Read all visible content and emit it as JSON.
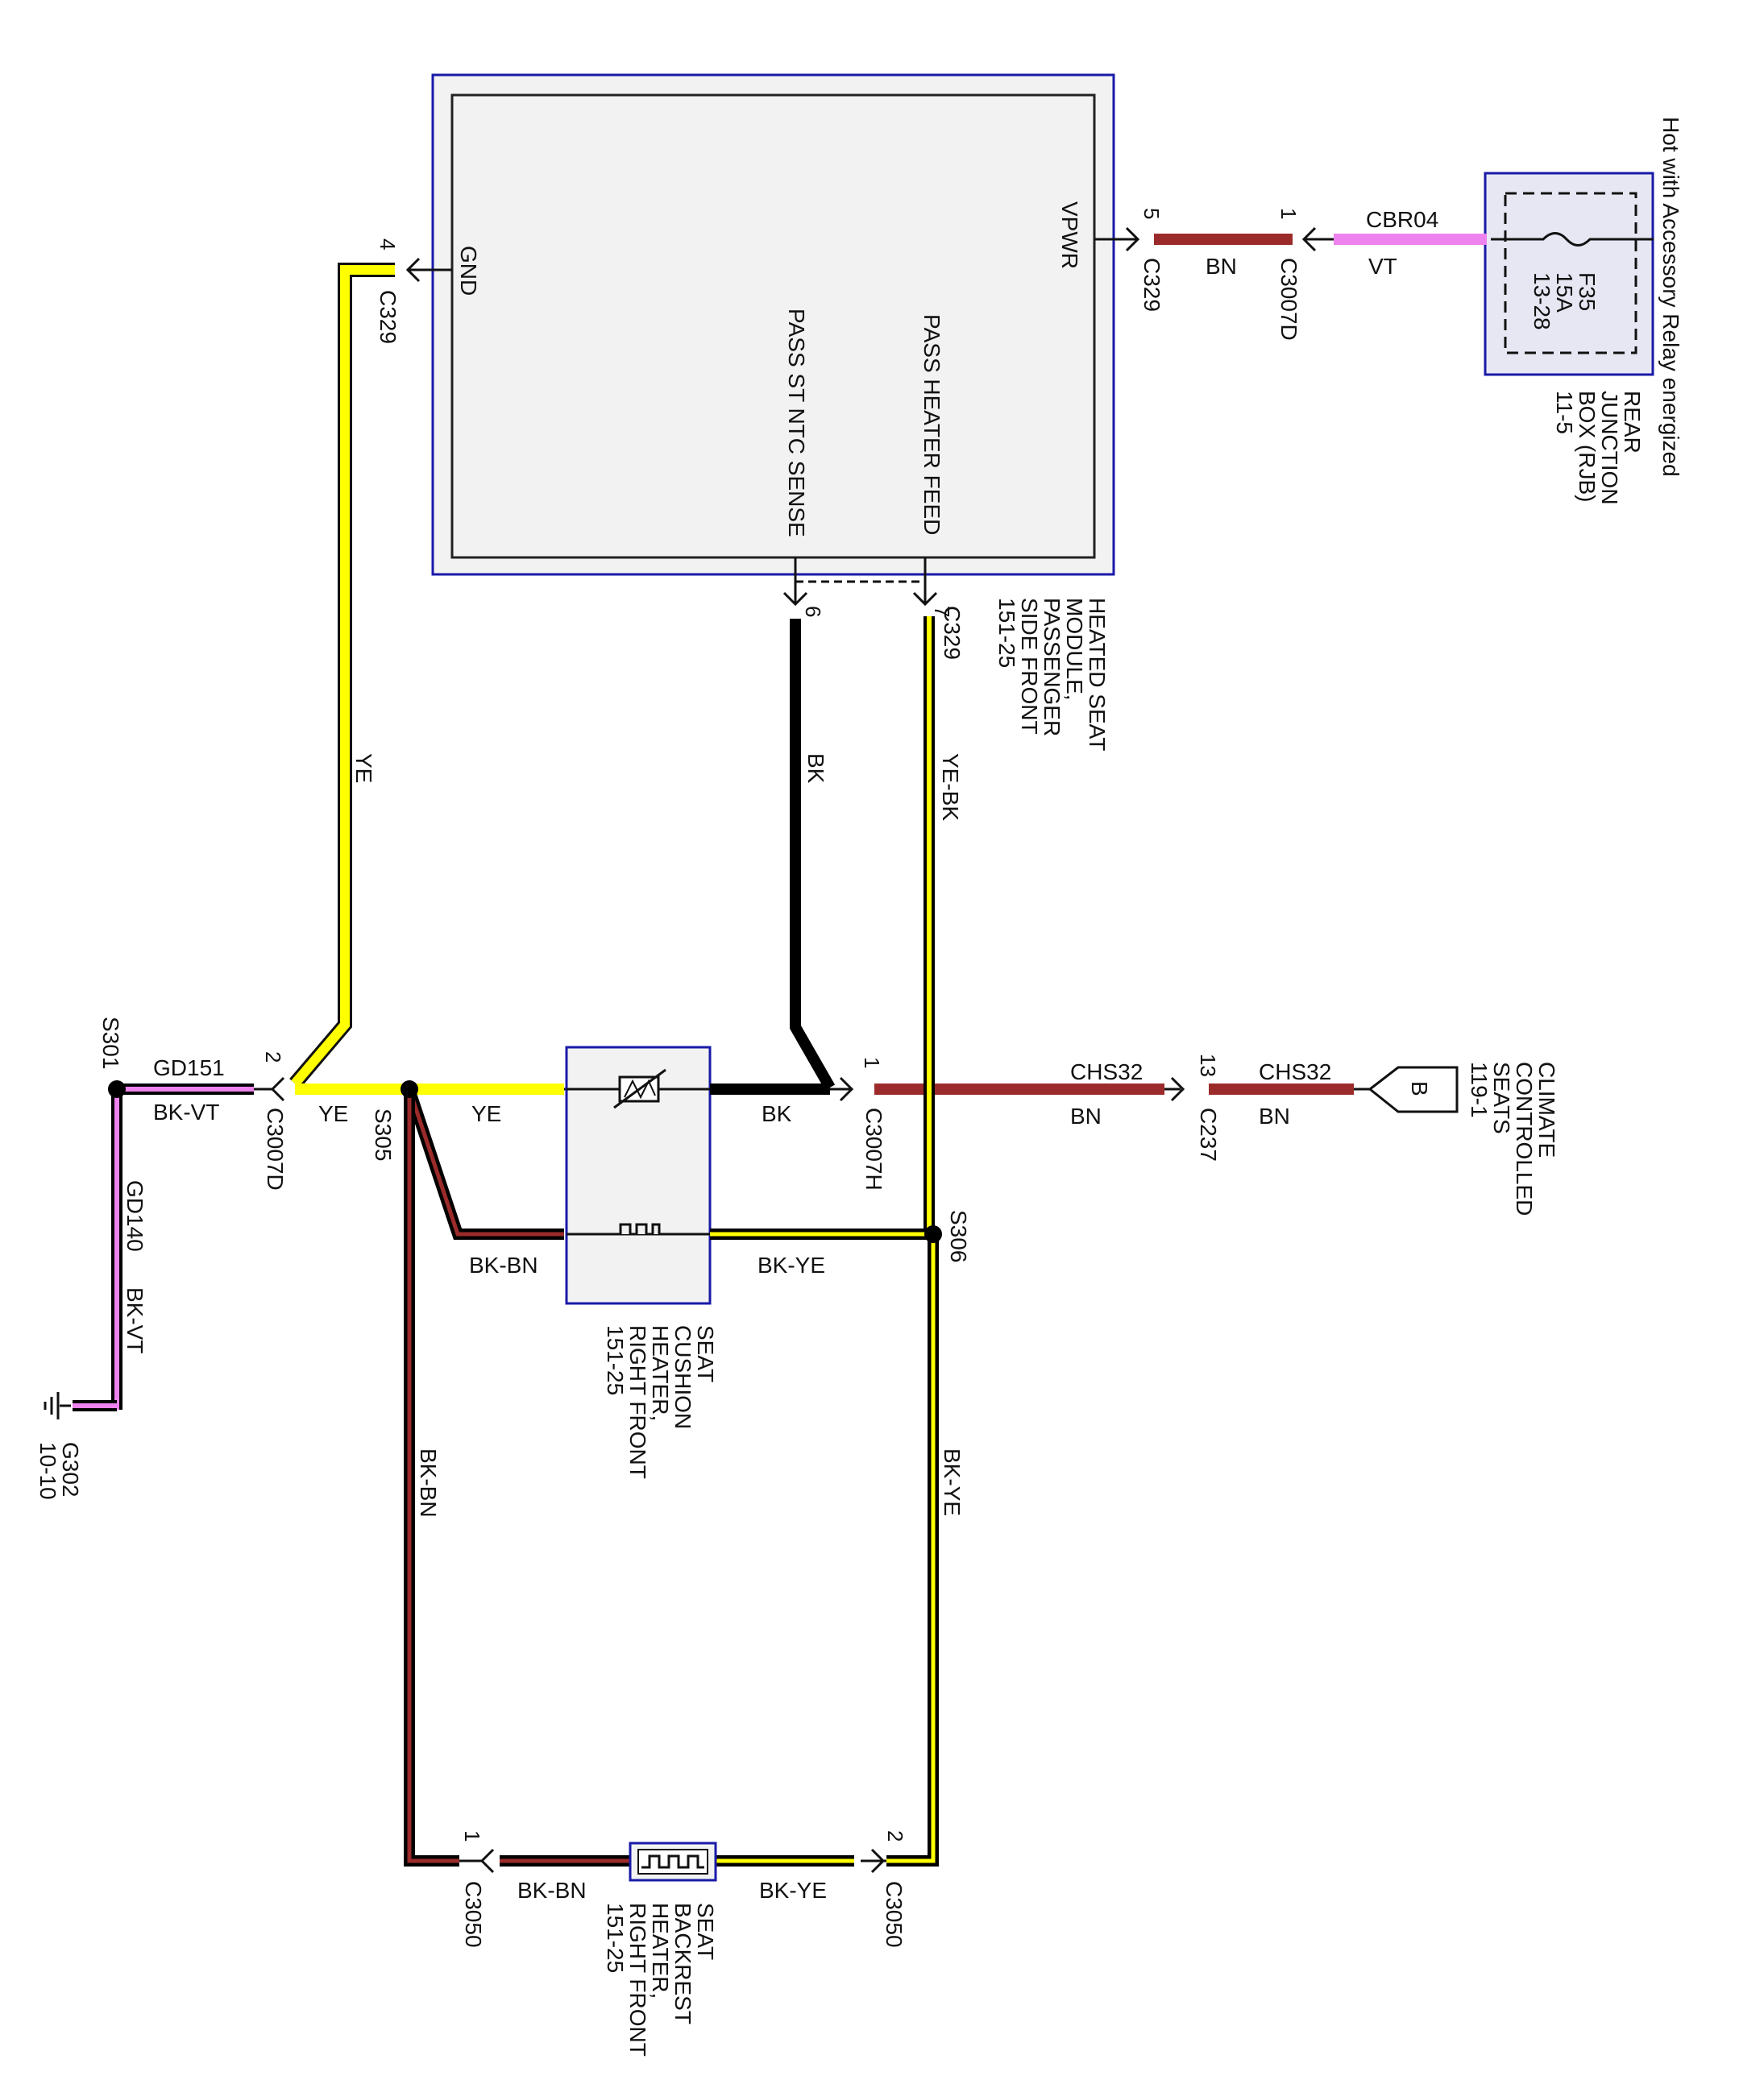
{
  "colors": {
    "yellow": "#ffff00",
    "black": "#000000",
    "brown": "#9b2b2b",
    "violet": "#ee82ee",
    "box_border": "#1a1aa8",
    "box_fill": "#f2f2f2"
  },
  "module": {
    "name_lines": [
      "HEATED SEAT",
      "MODULE,",
      "PASSENGER",
      "SIDE FRONT",
      "151-25"
    ],
    "pins": {
      "gnd": "GND",
      "vpwr": "VPWR",
      "ntc": "PASS ST NTC SENSE",
      "feed": "PASS HEATER FEED"
    }
  },
  "rjb": {
    "name_lines": [
      "REAR",
      "JUNCTION",
      "BOX (RJB)",
      "11-5"
    ],
    "fuse_lines": [
      "F35",
      "15A",
      "13-28"
    ],
    "hot_note": "Hot with Accessory Relay energized"
  },
  "connectors": {
    "c329_pin4": {
      "pin": "4",
      "name": "C329"
    },
    "c329_pin5": {
      "pin": "5",
      "name": "C329"
    },
    "c3007d_pin1": {
      "pin": "1",
      "name": "C3007D"
    },
    "c329_pin6": {
      "pin": "6"
    },
    "c329_pin7": {
      "pin": "7",
      "name": "C329"
    },
    "c3007d_pin2": {
      "pin": "2",
      "name": "C3007D"
    },
    "c3007h_pin1": {
      "pin": "1",
      "name": "C3007H"
    },
    "c237_pin13": {
      "pin": "13",
      "name": "C237"
    },
    "c3050_pin1": {
      "pin": "1",
      "name": "C3050"
    },
    "c3050_pin2": {
      "pin": "2",
      "name": "C3050"
    }
  },
  "wires": {
    "bn_top": "BN",
    "cbr04": "CBR04",
    "vt": "VT",
    "ye_vertical": "YE",
    "bk_vertical": "BK",
    "yebk_vertical": "YE-BK",
    "gd151": "GD151",
    "bkvt_h": "BK-VT",
    "ye_left": "YE",
    "ye_mid": "YE",
    "bk_mid": "BK",
    "chs32_a": "CHS32",
    "bn_a": "BN",
    "chs32_b": "CHS32",
    "bn_b": "BN",
    "gd140": "GD140",
    "bkvt_v": "BK-VT",
    "bkbn_cushion": "BK-BN",
    "bkye_cushion": "BK-YE",
    "bkbn_vertical": "BK-BN",
    "bkye_vertical": "BK-YE",
    "bkbn_backrest": "BK-BN",
    "bkye_backrest": "BK-YE"
  },
  "splices": {
    "s301": "S301",
    "s305": "S305",
    "s306": "S306"
  },
  "ground": {
    "name": "G302",
    "ref": "10-10"
  },
  "climate": {
    "letter": "B",
    "name_lines": [
      "CLIMATE",
      "CONTROLLED",
      "SEATS",
      "119-1"
    ]
  },
  "cushion_heater": {
    "name_lines": [
      "SEAT",
      "CUSHION",
      "HEATER,",
      "RIGHT FRONT",
      "151-25"
    ]
  },
  "backrest_heater": {
    "name_lines": [
      "SEAT",
      "BACKREST",
      "HEATER,",
      "RIGHT FRONT",
      "151-25"
    ]
  }
}
